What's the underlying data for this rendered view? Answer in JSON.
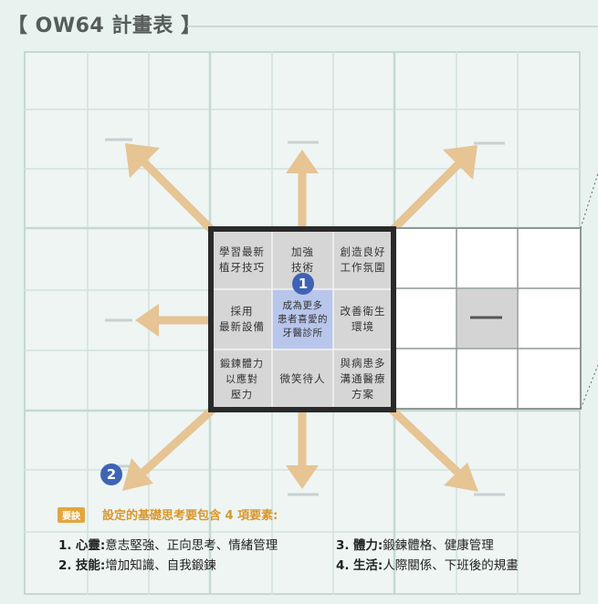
{
  "title": "【 OW64 計畫表 】",
  "center_grid": {
    "cells": [
      "學習最新\n植牙技巧",
      "加強\n技術",
      "創造良好\n工作氛圍",
      "採用\n最新設備",
      "成為更多\n患者喜愛的\n牙醫診所",
      "改善衛生\n環境",
      "鍛鍊體力\n以應對\n壓力",
      "微笑待人",
      "與病患多\n溝通醫療\n方案"
    ]
  },
  "badges": {
    "center": "1",
    "corner": "2"
  },
  "tip": {
    "tag": "要訣",
    "text": "設定的基礎思考要包含 4 項要素:"
  },
  "points": [
    {
      "num": "1.",
      "key": "心靈",
      "sep": ":",
      "desc": "意志堅強、正向思考、情緒管理"
    },
    {
      "num": "2.",
      "key": "技能",
      "sep": ":",
      "desc": "增加知識、自我鍛鍊"
    },
    {
      "num": "3.",
      "key": "體力",
      "sep": ":",
      "desc": "鍛鍊體格、健康管理"
    },
    {
      "num": "4.",
      "key": "生活",
      "sep": ":",
      "desc": "人際關係、下班後的規畫"
    }
  ],
  "colors": {
    "arrow": "#e6c493",
    "center_highlight": "#b8c6ec",
    "cell_gray": "#d6d6d6",
    "badge": "#3f63b5",
    "tip": "#e3a63f"
  }
}
